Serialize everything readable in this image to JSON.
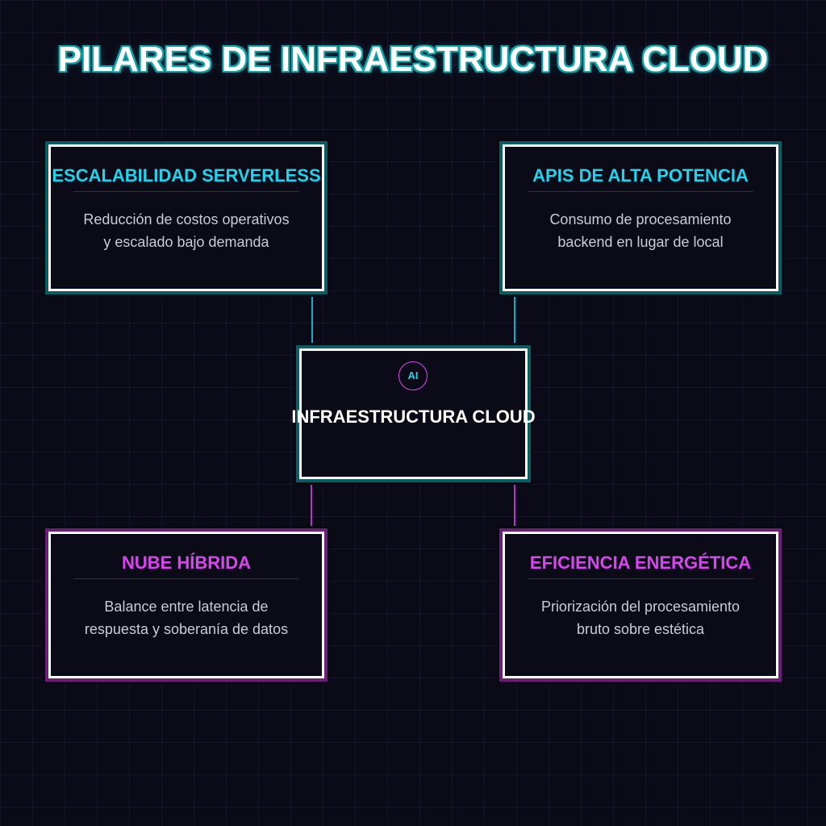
{
  "title": "PILARES DE INFRAESTRUCTURA CLOUD",
  "center": {
    "badge": "AI",
    "title": "INFRAESTRUCTURA CLOUD"
  },
  "pillars": [
    {
      "title": "ESCALABILIDAD SERVERLESS",
      "description": "Reducción de costos operativos y escalado bajo demanda",
      "color": "#22d3ee"
    },
    {
      "title": "APIS DE ALTA POTENCIA",
      "description": "Consumo de procesamiento backend en lugar de local",
      "color": "#22d3ee"
    },
    {
      "title": "NUBE HÍBRIDA",
      "description": "Balance entre latencia de respuesta y soberanía de datos",
      "color": "#d946ef"
    },
    {
      "title": "EFICIENCIA ENERGÉTICA",
      "description": "Priorización del procesamiento bruto sobre estética",
      "color": "#d946ef"
    }
  ],
  "colors": {
    "background": "#0b0b18",
    "cyan_accent": "#22d3ee",
    "magenta_accent": "#d946ef",
    "title_outline": "#0fa3a8"
  }
}
